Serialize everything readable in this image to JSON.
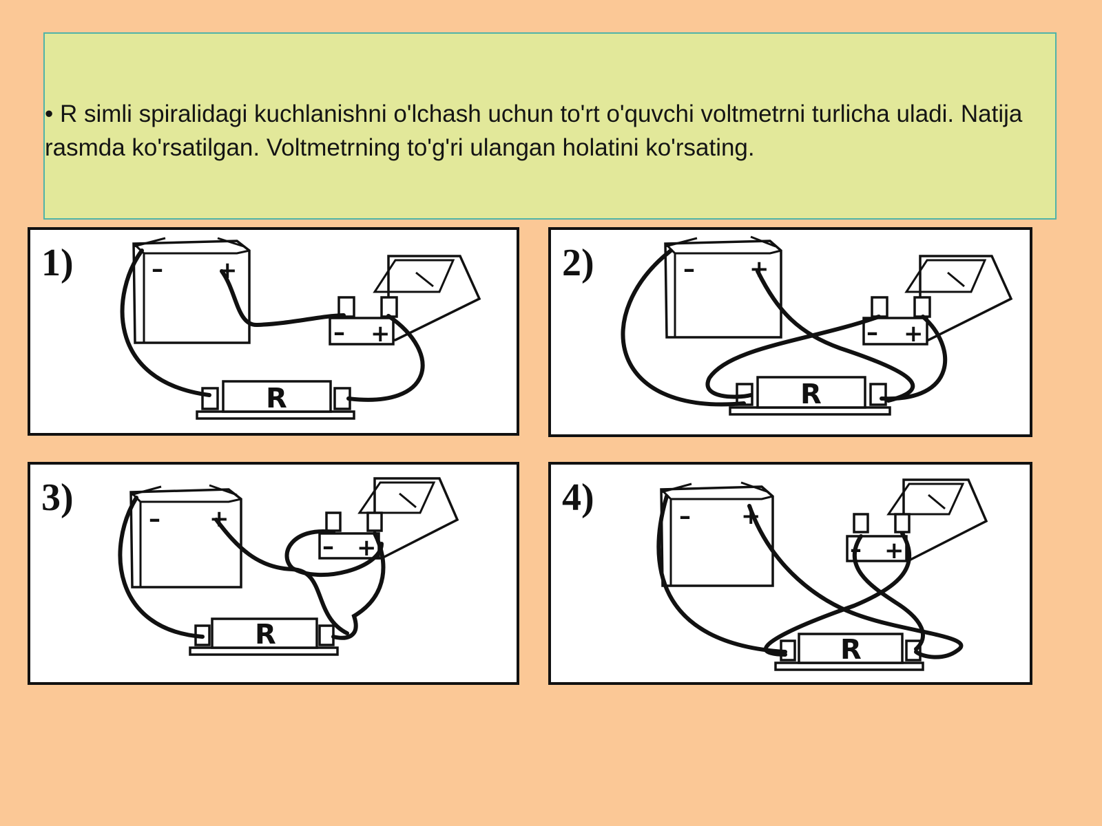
{
  "question": {
    "text": "• R simli spiralidagi kuchlanishni o'lchash uchun to'rt o'quvchi voltmetrni turlicha uladi. Natija rasmda ko'rsatilgan. Voltmetrning to'g'ri ulangan holatini ko'rsating."
  },
  "diagrams": [
    {
      "label": "1)",
      "battery_minus": "–",
      "battery_plus": "+",
      "meter_minus": "–",
      "meter_plus": "+",
      "resistor": "R"
    },
    {
      "label": "2)",
      "battery_minus": "–",
      "battery_plus": "+",
      "meter_minus": "–",
      "meter_plus": "+",
      "resistor": "R"
    },
    {
      "label": "3)",
      "battery_minus": "–",
      "battery_plus": "+",
      "meter_minus": "–",
      "meter_plus": "+",
      "resistor": "R"
    },
    {
      "label": "4)",
      "battery_minus": "–",
      "battery_plus": "+",
      "meter_minus": "–",
      "meter_plus": "+",
      "resistor": "R"
    }
  ]
}
